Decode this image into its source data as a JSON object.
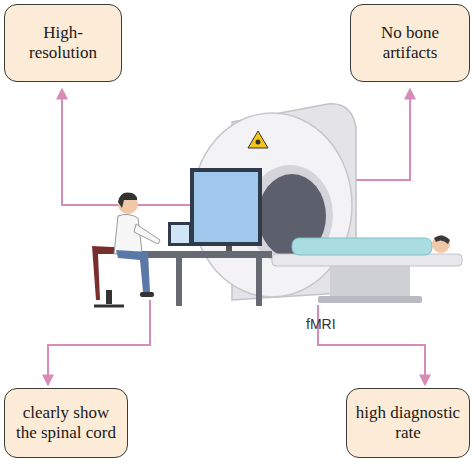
{
  "diagram": {
    "nodes": [
      {
        "text": [
          "High-resolution"
        ]
      },
      {
        "text": [
          "No bone artifacts"
        ]
      },
      {
        "text": [
          "clearly show the spinal cord"
        ]
      },
      {
        "text": [
          "high diagnostic rate"
        ]
      }
    ],
    "labels": [
      "fMRI"
    ]
  }
}
